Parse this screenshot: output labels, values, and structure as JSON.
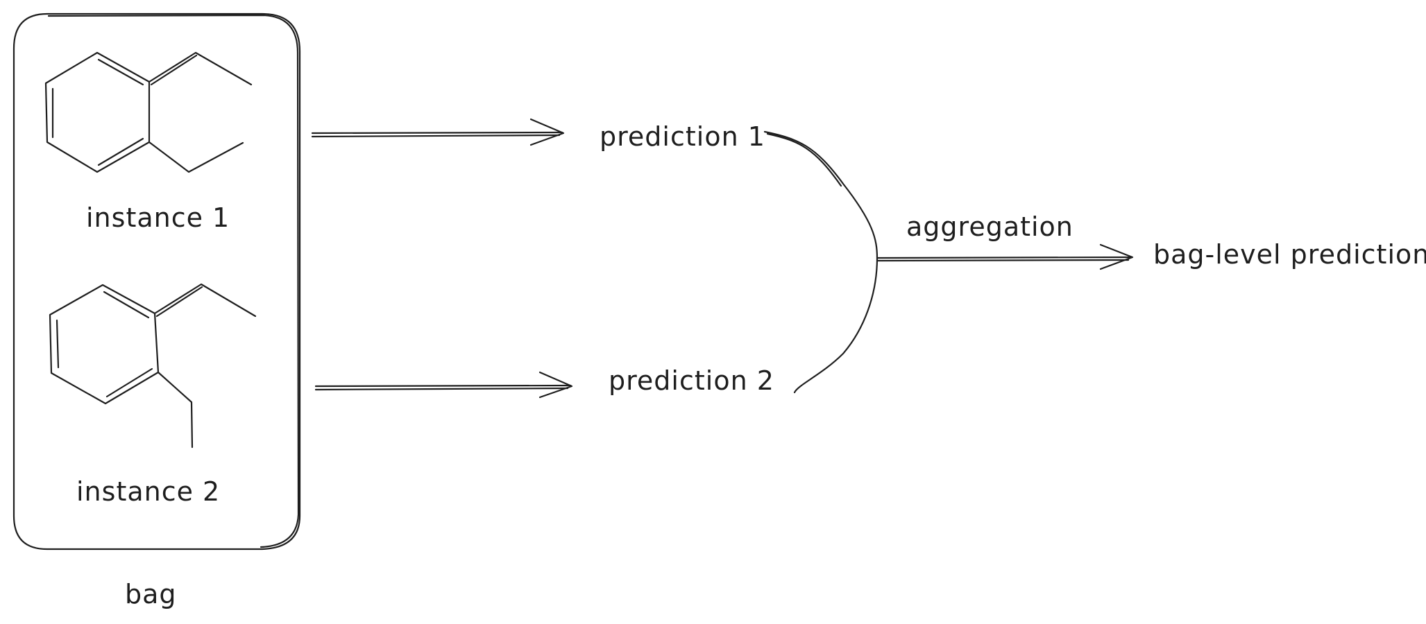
{
  "diagram": {
    "bag_label": "bag",
    "instances": [
      {
        "label": "instance 1"
      },
      {
        "label": "instance 2"
      }
    ],
    "predictions": [
      {
        "label": "prediction 1"
      },
      {
        "label": "prediction 2"
      }
    ],
    "aggregation_label": "aggregation",
    "output_label": "bag-level prediction"
  }
}
